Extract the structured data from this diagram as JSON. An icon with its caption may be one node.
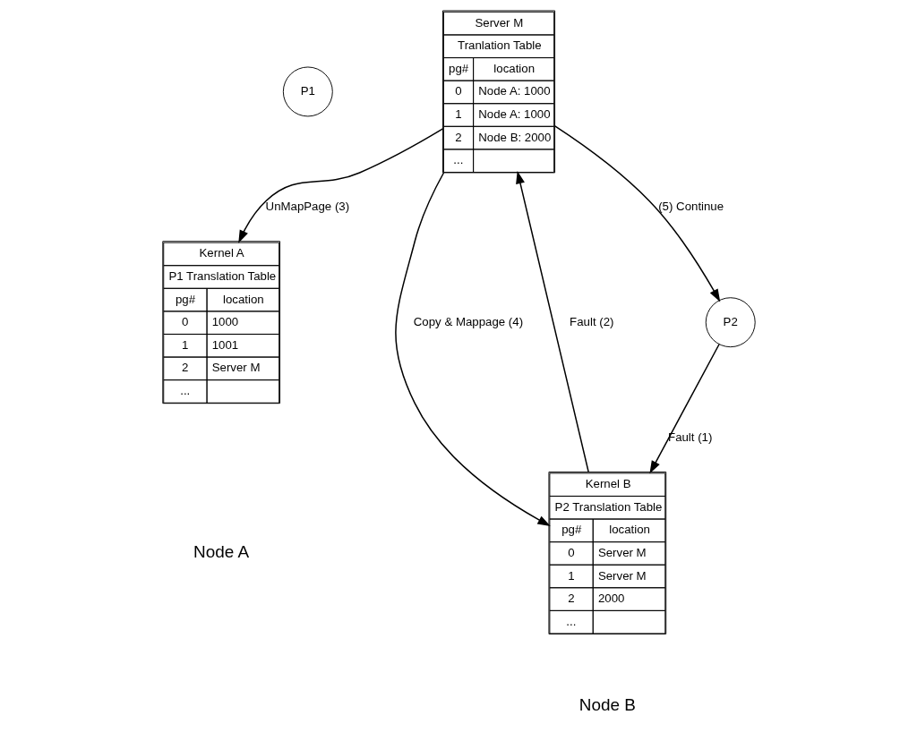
{
  "diagram": {
    "nodes": [
      {
        "text": [
          "Server M",
          "Tranlation Table",
          "pg#",
          "location",
          "0",
          "Node A: 1000",
          "1",
          "Node A: 1000",
          "2",
          "Node B: 2000",
          "..."
        ]
      },
      {
        "text": [
          "P1"
        ]
      },
      {
        "text": [
          "P2"
        ]
      },
      {
        "text": [
          "Kernel A",
          "P1 Translation Table",
          "pg#",
          "location",
          "0",
          "1000",
          "1",
          "1001",
          "2",
          "Server M",
          "..."
        ]
      },
      {
        "text": [
          "Kernel B",
          "P2 Translation Table",
          "pg#",
          "location",
          "0",
          "Server M",
          "1",
          "Server M",
          "2",
          "2000",
          "..."
        ]
      }
    ],
    "edges": [
      {
        "from": 0,
        "to": 2,
        "arrow": "to",
        "label": "(5) Continue"
      },
      {
        "from": 4,
        "to": 0,
        "arrow": "to",
        "label": "Fault (2)"
      },
      {
        "from": 2,
        "to": 4,
        "arrow": "to",
        "label": "Fault (1)"
      },
      {
        "from": 0,
        "to": 3,
        "arrow": "to",
        "label": "UnMapPage (3)"
      },
      {
        "from": 0,
        "to": 4,
        "arrow": "to",
        "label": "Copy & Mappage (4)"
      }
    ],
    "labels": [
      "Node A",
      "Node B"
    ]
  }
}
